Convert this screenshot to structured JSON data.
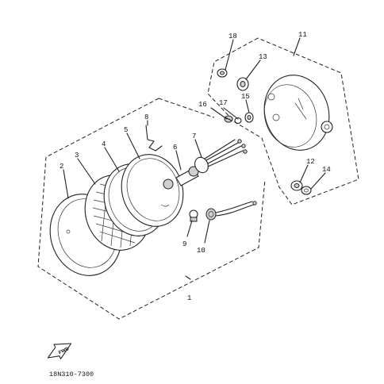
{
  "callouts": [
    {
      "id": "1",
      "text": "1"
    },
    {
      "id": "2",
      "text": "2"
    },
    {
      "id": "3",
      "text": "3"
    },
    {
      "id": "4",
      "text": "4"
    },
    {
      "id": "5",
      "text": "5"
    },
    {
      "id": "6",
      "text": "6"
    },
    {
      "id": "7",
      "text": "7"
    },
    {
      "id": "8",
      "text": "8"
    },
    {
      "id": "9",
      "text": "9"
    },
    {
      "id": "10",
      "text": "10"
    },
    {
      "id": "11",
      "text": "11"
    },
    {
      "id": "12",
      "text": "12"
    },
    {
      "id": "13",
      "text": "13"
    },
    {
      "id": "14",
      "text": "14"
    },
    {
      "id": "15",
      "text": "15"
    },
    {
      "id": "16",
      "text": "16"
    },
    {
      "id": "17",
      "text": "17"
    },
    {
      "id": "18",
      "text": "18"
    }
  ],
  "diagram_code": "18N310-7300",
  "direction_arrow_text": "FWD"
}
